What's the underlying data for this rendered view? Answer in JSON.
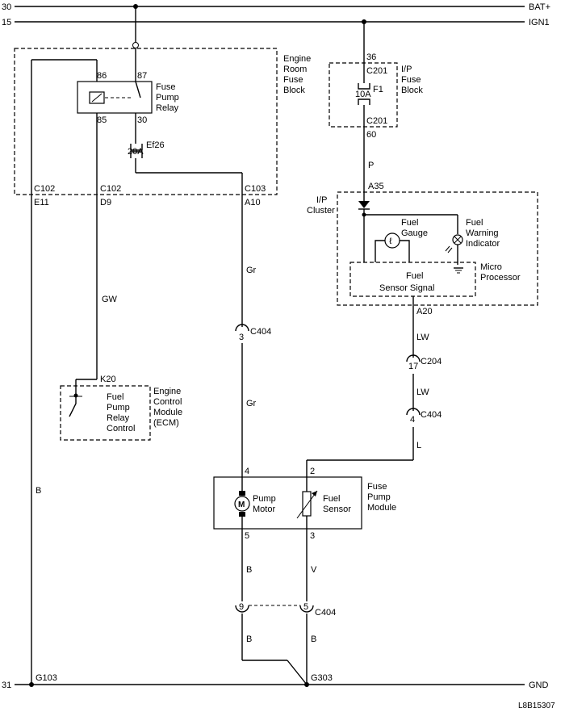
{
  "rails": {
    "top_left_num": "30",
    "top_right_label": "BAT+",
    "ign_left_num": "15",
    "ign_right_label": "IGN1",
    "gnd_left_num": "31",
    "gnd_right_label": "GND"
  },
  "engine_fuse_block": {
    "title_lines": [
      "Engine",
      "Room",
      "Fuse",
      "Block"
    ],
    "relay_title_lines": [
      "Fuse",
      "Pump",
      "Relay"
    ],
    "pin_86": "86",
    "pin_87": "87",
    "pin_85": "85",
    "pin_30": "30",
    "fuse_value": "20A",
    "fuse_name": "Ef26",
    "conn_left": "C102",
    "conn_mid": "C102",
    "conn_right": "C103",
    "pin_e11": "E11",
    "pin_d9": "D9",
    "pin_a10": "A10"
  },
  "ip_fuse_block": {
    "title_lines": [
      "I/P",
      "Fuse",
      "Block"
    ],
    "pin_top": "36",
    "conn_top": "C201",
    "fuse_value": "10A",
    "fuse_name": "F1",
    "conn_bottom": "C201",
    "pin_bottom": "60",
    "wire_color": "P"
  },
  "ip_cluster": {
    "title_lines": [
      "I/P",
      "Cluster"
    ],
    "pin_in": "A35",
    "gauge_lines": [
      "Fuel",
      "Gauge"
    ],
    "gauge_symbol": "ℓ",
    "warning_lines": [
      "Fuel",
      "Warning",
      "Indicator"
    ],
    "signal_lines": [
      "Fuel",
      "Sensor Signal"
    ],
    "micro_lines": [
      "Micro",
      "Processor"
    ],
    "pin_out": "A20"
  },
  "ecm": {
    "pin": "K20",
    "inner_lines": [
      "Fuel",
      "Pump",
      "Relay",
      "Control"
    ],
    "title_lines": [
      "Engine",
      "Control",
      "Module",
      "(ECM)"
    ],
    "wire_color": "GW"
  },
  "wires": {
    "gr_upper": "Gr",
    "gr_lower": "Gr",
    "lw_upper": "LW",
    "lw_lower": "LW",
    "l": "L",
    "b_left": "B",
    "b_pump": "B",
    "v_sensor": "V",
    "b_g303_left": "B",
    "b_g303_right": "B"
  },
  "connectors": {
    "c404_pin3": "3",
    "c404_label": "C404",
    "c204_pin17": "17",
    "c204_label": "C204",
    "c404_pin4": "4",
    "c404_label_2": "C404",
    "c404_pin9": "9",
    "c404_pin5": "5",
    "c404_label_3": "C404"
  },
  "pump_module": {
    "title_lines": [
      "Fuse",
      "Pump",
      "Module"
    ],
    "motor_lines": [
      "Pump",
      "Motor"
    ],
    "motor_symbol": "M",
    "sensor_lines": [
      "Fuel",
      "Sensor"
    ],
    "pin_4": "4",
    "pin_2": "2",
    "pin_5": "5",
    "pin_3": "3"
  },
  "grounds": {
    "g103": "G103",
    "g303": "G303"
  },
  "figure_id": "L8B15307"
}
